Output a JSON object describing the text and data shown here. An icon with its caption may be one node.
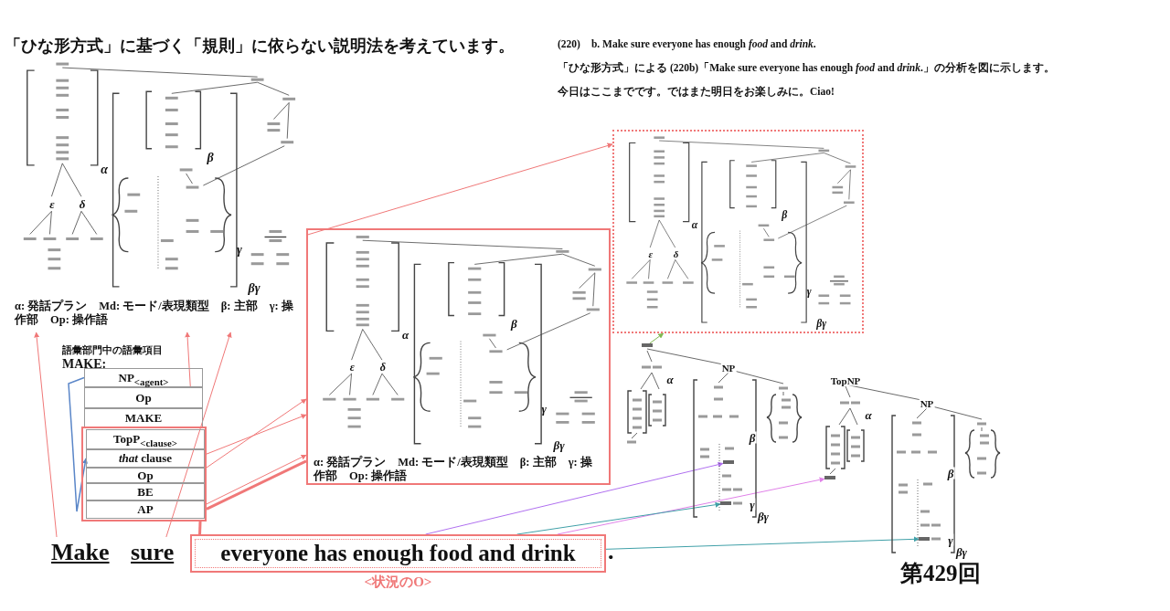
{
  "diagram": {
    "title": "「ひな形方式」に基づく「規則」に依らない説明法を考えています。",
    "nodes": [
      {
        "text": [
          "α",
          "β",
          "γ",
          "ε",
          "δ",
          "βγ",
          "α: 発話プラン　Md: モード/表現類型　β: 主部　γ: 操作部　Op: 操作語"
        ]
      },
      {
        "text": [
          "α",
          "β",
          "γ",
          "ε",
          "δ",
          "βγ",
          "α: 発話プラン　Md: モード/表現類型　β: 主部　γ: 操作部　Op: 操作語"
        ]
      },
      {
        "text": [
          "α",
          "β",
          "γ",
          "ε",
          "δ",
          "βγ"
        ]
      },
      {
        "text": [
          "α",
          "NP",
          "β",
          "γ",
          "βγ"
        ]
      },
      {
        "text": [],
        "shape": "bar",
        "in": 3
      },
      {
        "text": [],
        "shape": "bar",
        "in": 3
      },
      {
        "text": [],
        "shape": "bar",
        "in": 3
      },
      {
        "text": [
          "TopNP",
          "α",
          "NP",
          "β",
          "γ",
          "βγ"
        ]
      },
      {
        "text": [],
        "shape": "bar",
        "in": 7
      },
      {
        "text": [],
        "shape": "bar",
        "in": 7
      },
      {
        "text": [
          "語彙部門中の語彙項目",
          "MAKE:"
        ]
      },
      {
        "text": [
          "NP$_{<agent>}$"
        ],
        "in": 10
      },
      {
        "text": [
          "Op"
        ],
        "in": 10
      },
      {
        "text": [
          "MAKE"
        ],
        "in": 10
      },
      {
        "text": [],
        "shape": "box",
        "in": 10
      },
      {
        "text": [
          "TopP$_{<clause>}$"
        ],
        "in": 14
      },
      {
        "text": [
          "*that* clause"
        ],
        "in": 14
      },
      {
        "text": [
          "Op"
        ],
        "in": 14
      },
      {
        "text": [
          "BE"
        ],
        "in": 14
      },
      {
        "text": [
          "AP"
        ],
        "in": 14
      },
      {
        "text": [
          "Make"
        ]
      },
      {
        "text": [
          "sure"
        ]
      },
      {
        "text": [
          "everyone has enough food and drink"
        ],
        "beside": [
          "<状況のO>"
        ]
      }
    ],
    "edges": [
      {
        "from": 20,
        "to": 0,
        "arrow": "to"
      },
      {
        "from": 21,
        "to": 0,
        "arrow": "to"
      },
      {
        "from": 12,
        "to": 0,
        "arrow": "to"
      },
      {
        "from": 14,
        "to": 1,
        "arrow": "none",
        "style": "thick"
      },
      {
        "from": 16,
        "to": 1,
        "arrow": "to"
      },
      {
        "from": 17,
        "to": 1,
        "arrow": "to"
      },
      {
        "from": 19,
        "to": 1,
        "arrow": "to"
      },
      {
        "from": 14,
        "to": 22,
        "arrow": "none",
        "style": "thick"
      },
      {
        "from": 0,
        "to": 2,
        "arrow": "to"
      },
      {
        "from": 22,
        "to": 4,
        "arrow": "to",
        "color": "#b070f0"
      },
      {
        "from": 22,
        "to": 8,
        "arrow": "to",
        "color": "#e080e8"
      },
      {
        "from": 22,
        "to": 5,
        "arrow": "to",
        "color": "#40a0a8"
      },
      {
        "from": 22,
        "to": 9,
        "arrow": "to",
        "color": "#40a0a8"
      },
      {
        "from": 6,
        "to": 2,
        "arrow": "to",
        "color": "#80b850"
      },
      {
        "from": 11,
        "to": 16,
        "arrow": "to",
        "color": "#5a86c8"
      }
    ],
    "labels": [
      "(220)　b. Make sure everyone has enough *food* and *drink*.",
      "「ひな形方式」による (220b)「Make sure everyone has enough *food* and *drink*.」の分析を図に示します。",
      "今日はここまでです。ではまた明日をお楽しみに。Ciao!",
      ".",
      "第429回"
    ]
  }
}
